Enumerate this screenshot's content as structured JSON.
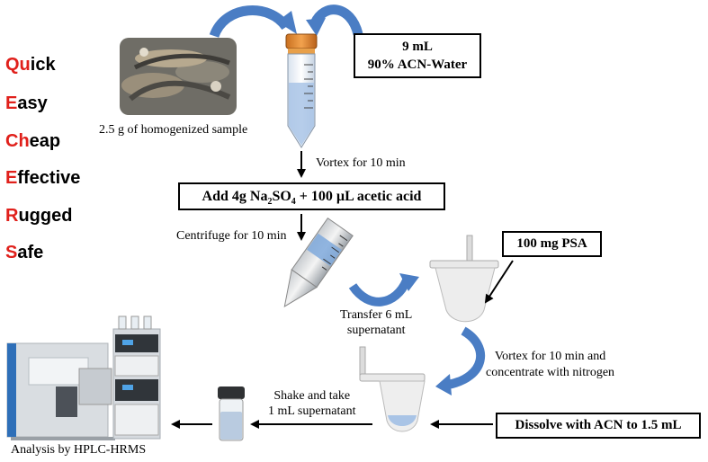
{
  "acronym": [
    {
      "lead": "Qu",
      "rest": "ick"
    },
    {
      "lead": "E",
      "rest": "asy"
    },
    {
      "lead": "Ch",
      "rest": "eap"
    },
    {
      "lead": "E",
      "rest": "ffective"
    },
    {
      "lead": "R",
      "rest": "ugged"
    },
    {
      "lead": "S",
      "rest": "afe"
    }
  ],
  "sample_caption": "2.5 g of homogenized sample",
  "solvent_box": {
    "line1": "9 mL",
    "line2": "90% ACN-Water"
  },
  "vortex1": "Vortex for 10 min",
  "additive_box": {
    "pre": "Add 4g Na",
    "sub1": "2",
    "mid": "SO",
    "sub2": "4",
    "post": " + 100 µL acetic acid"
  },
  "centrifuge": "Centrifuge for 10 min",
  "psa_box": "100 mg PSA",
  "transfer": {
    "line1": "Transfer 6 mL",
    "line2": "supernatant"
  },
  "vortex2": {
    "line1": "Vortex for 10 min and",
    "line2": "concentrate with nitrogen"
  },
  "dissolve_box": "Dissolve with ACN to 1.5 mL",
  "shake": {
    "line1": "Shake and take",
    "line2": "1 mL supernatant"
  },
  "analysis": "Analysis by HPLC-HRMS",
  "colors": {
    "accent_red": "#e0201b",
    "curved_arrow_blue": "#4a7dc4",
    "liquid_blue": "#7fa9dc",
    "cap_orange": "#e6892e"
  }
}
